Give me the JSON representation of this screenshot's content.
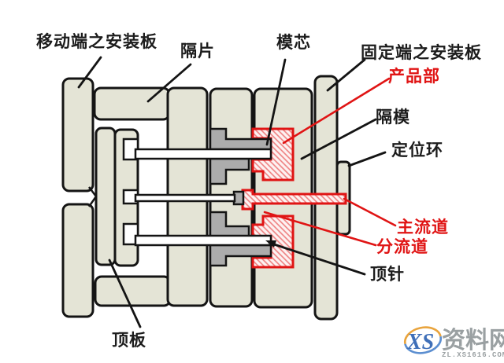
{
  "labels": {
    "movable_mount_plate": "移动端之安装板",
    "spacer": "隔片",
    "mold_core": "模芯",
    "fixed_mount_plate": "固定端之安装板",
    "product_section": "产品部",
    "cavity_divider": "隔模",
    "locating_ring": "定位环",
    "main_runner": "主流道",
    "sub_runner": "分流道",
    "ejector_pin": "顶针",
    "ejector_plate": "顶板"
  },
  "watermark": {
    "logo": "XS",
    "site": "资料网",
    "url": "ZL.XS1616.COM"
  },
  "colors": {
    "background": "#ffffff",
    "plate_fill": "#e4e4d6",
    "outline": "#141414",
    "core_gray": "#acacac",
    "pin_fill": "#ffffff",
    "highlight_red": "#e01414",
    "hatch_line": "#ee7e7e",
    "label_black": "#1c1c1c",
    "label_red": "#e01414",
    "watermark_gray": "#9aa0a2",
    "logo_blue": "#3f6fb8",
    "swoosh_orange": "#e9a43d",
    "swoosh_blue": "#5b8ed0"
  }
}
